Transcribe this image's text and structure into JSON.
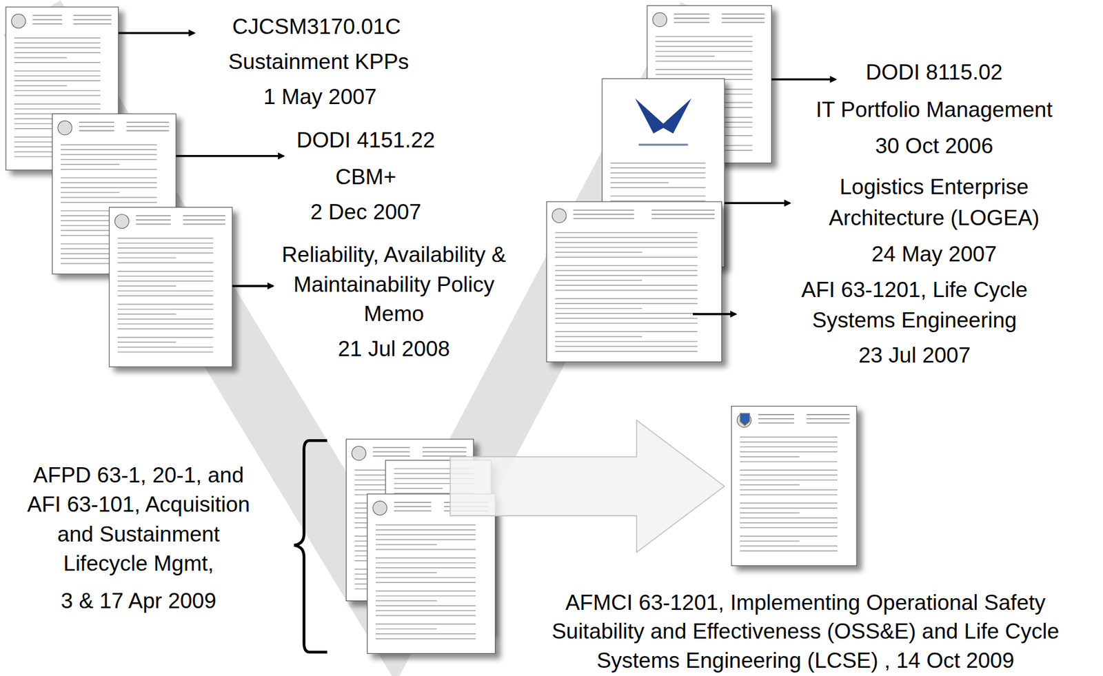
{
  "diagram": {
    "labels": [
      "CJCSM3170.01C",
      "Sustainment KPPs",
      "1 May 2007",
      "DODI 4151.22",
      "CBM+",
      "2 Dec 2007",
      "Reliability, Availability &",
      "Maintainability Policy",
      "Memo",
      "21 Jul 2008",
      "DODI 8115.02",
      "IT Portfolio Management",
      "30 Oct 2006",
      "Logistics Enterprise",
      "Architecture (LOGEA)",
      "24 May 2007",
      "AFI 63-1201, Life Cycle",
      "Systems Engineering",
      "23 Jul 2007",
      "AFPD 63-1, 20-1, and",
      "AFI 63-101, Acquisition",
      "and Sustainment",
      "Lifecycle Mgmt,",
      "3 & 17 Apr 2009",
      "AFMCI 63-1201, Implementing Operational Safety",
      "Suitability and Effectiveness (OSS&E) and Life Cycle",
      "Systems Engineering (LCSE) , 14 Oct 2009"
    ]
  }
}
